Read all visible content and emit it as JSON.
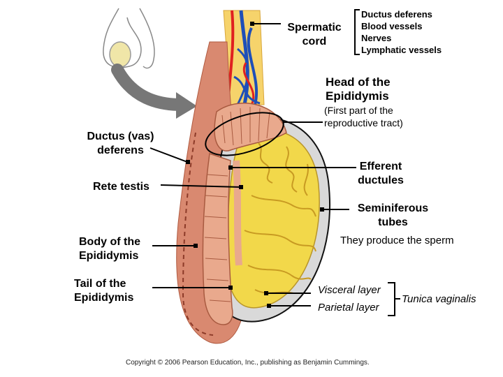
{
  "labels": {
    "spermatic_cord": "Spermatic\ncord",
    "cord_contents": [
      "Ductus deferens",
      "Blood vessels",
      "Nerves",
      "Lymphatic vessels"
    ],
    "head_epididymis": "Head of the\nEpididymis",
    "head_note": "(First part of the\nreproductive tract)",
    "ductus_vas": "Ductus (vas)\ndeferens",
    "efferent": "Efferent\nductules",
    "rete_testis": "Rete testis",
    "seminiferous": "Seminiferous\ntubes",
    "sperm_note": "They produce the sperm",
    "body_epididymis": "Body of the\nEpididymis",
    "tail_epididymis": "Tail of the\nEpididymis",
    "visceral": "Visceral layer",
    "parietal": "Parietal layer",
    "tunica": "Tunica vaginalis"
  },
  "copyright": "Copyright © 2006 Pearson Education, Inc., publishing as Benjamin Cummings.",
  "colors": {
    "scrotum_wall": "#d98970",
    "muscle": "#c9664f",
    "testis": "#f2d84a",
    "tubules": "#e7c53a",
    "epididymis": "#e9a98d",
    "tunica": "#d9d9d9",
    "artery": "#e02020",
    "vein": "#1f4fb8",
    "cord": "#f6d36b",
    "leader": "#000000"
  }
}
